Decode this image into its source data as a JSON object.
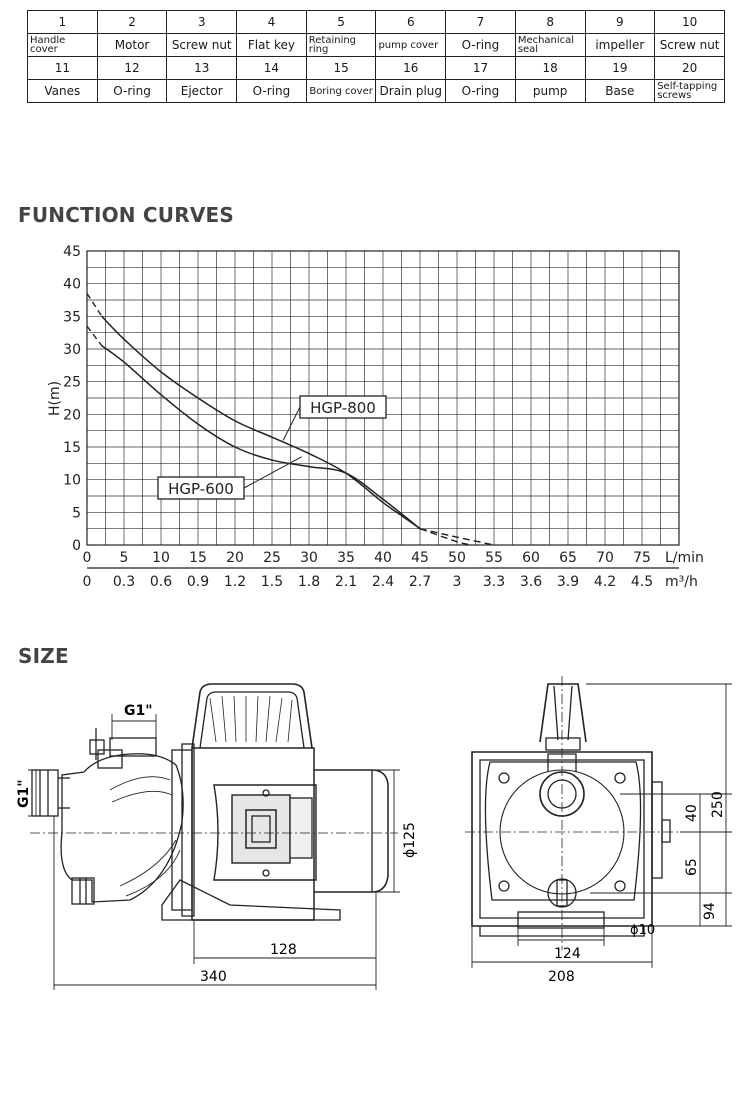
{
  "parts_table": {
    "rows": [
      {
        "numbers": [
          "1",
          "2",
          "3",
          "4",
          "5",
          "6",
          "7",
          "8",
          "9",
          "10"
        ],
        "names": [
          "Handle cover",
          "Motor",
          "Screw nut",
          "Flat key",
          "Retaining ring",
          "pump cover",
          "O-ring",
          "Mechanical seal",
          "impeller",
          "Screw nut"
        ]
      },
      {
        "numbers": [
          "11",
          "12",
          "13",
          "14",
          "15",
          "16",
          "17",
          "18",
          "19",
          "20"
        ],
        "names": [
          "Vanes",
          "O-ring",
          "Ejector",
          "O-ring",
          "Boring cover",
          "Drain plug",
          "O-ring",
          "pump",
          "Base",
          "Self-tapping screws"
        ]
      }
    ]
  },
  "function_curves_title": "FUNCTION CURVES",
  "size_title": "SIZE",
  "chart_data": {
    "type": "line",
    "ylabel": "H(m)",
    "xlabel": "L/min",
    "xlabel_secondary": "m³/h",
    "xlim": [
      0,
      80
    ],
    "ylim": [
      0,
      45
    ],
    "grid": true,
    "x_ticks": [
      "0",
      "5",
      "10",
      "15",
      "20",
      "25",
      "30",
      "35",
      "40",
      "45",
      "50",
      "55",
      "60",
      "65",
      "70",
      "75"
    ],
    "x_ticks_secondary": [
      "0",
      "0.3",
      "0.6",
      "0.9",
      "1.2",
      "1.5",
      "1.8",
      "2.1",
      "2.4",
      "2.7",
      "3",
      "3.3",
      "3.6",
      "3.9",
      "4.2",
      "4.5"
    ],
    "y_ticks": [
      "0",
      "5",
      "10",
      "15",
      "20",
      "25",
      "30",
      "35",
      "40",
      "45"
    ],
    "series": [
      {
        "name": "HGP-800",
        "x": [
          0,
          2,
          5,
          10,
          15,
          20,
          25,
          30,
          35,
          40,
          42.5,
          45
        ],
        "y": [
          38.5,
          35,
          31.5,
          26.5,
          22.5,
          19,
          16.5,
          14,
          11,
          6.5,
          4.5,
          2.5
        ],
        "extension_x": [
          45,
          50,
          55
        ],
        "extension_y": [
          2.5,
          1.2,
          0
        ]
      },
      {
        "name": "HGP-600",
        "x": [
          0,
          2,
          5,
          10,
          15,
          20,
          25,
          30,
          35,
          40,
          45
        ],
        "y": [
          33.5,
          30.5,
          28,
          23,
          18.5,
          15,
          13,
          12,
          11,
          7,
          2.5
        ],
        "extension_x": [
          45,
          50,
          52
        ],
        "extension_y": [
          2.5,
          0.5,
          0
        ]
      }
    ],
    "annotations": [
      "HGP-800",
      "HGP-600"
    ]
  },
  "dimensions": {
    "inlet_top": "G1\"",
    "inlet_side": "G1\"",
    "diameter": "ϕ125",
    "base_length": "128",
    "total_length": "340",
    "base_width": "124",
    "total_width": "208",
    "hole": "ϕ10",
    "height_a": "40",
    "height_b": "65",
    "height_c": "94",
    "total_height": "250"
  }
}
